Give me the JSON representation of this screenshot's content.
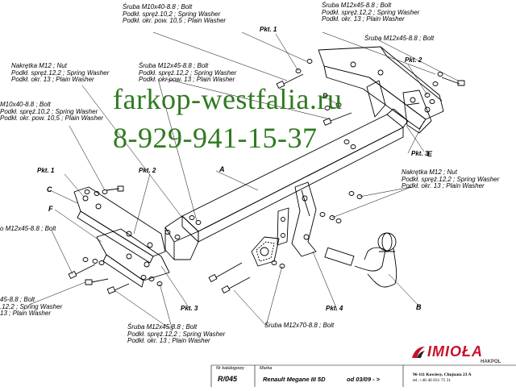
{
  "watermark": {
    "site": "farkop-westfalia.ru",
    "phone": "8-929-941-15-37",
    "color": "#2f7a1f"
  },
  "callouts": {
    "top_center": [
      "Śruba M10x40-8.8 ;  Bolt",
      "Podkł. spręż.10,2 ; Spring Washer",
      "Podkł. okr. pow. 10,5 ; Plain Washer"
    ],
    "top_right": [
      "Śruba M12x45-8.8 ;  Bolt",
      "Podkł. spręż.12,2 ; Spring Washer",
      "Podkł. okr. 13 ; Plain Washer"
    ],
    "top_right_bolt": [
      "Śruba M12x45-8.8 ;  Bolt"
    ],
    "left_nut": [
      "Nakrętka  M12 ; Nut",
      "Podkł. spręż.12,2 ; Spring Washer",
      "Podkł. okr. 13 ; Plain Washer"
    ],
    "center_bolt": [
      "Śruba M12x45-8.8 ;  Bolt",
      "Podkł. spręż.12,2 ; Spring Washer",
      "Podkł. okr.pow.  13 ; Plain Washer"
    ],
    "left_m10": [
      "M10x40-8.8 ;  Bolt",
      "Podkł. spręż.10,2 ; Spring Washer",
      "Podkł. okr. pow. 10,5 ; Plain Washer"
    ],
    "right_nut": [
      "Nakrętka  M12 ; Nut",
      "Podkł. spręż.12,2 ; Spring Washer",
      "Podkł. okr. 13 ; Plain Washer"
    ],
    "left_bolt": [
      "o M12x45-8.8 ;  Bolt"
    ],
    "bottom_left": [
      "45-8.8 ;  Bolt",
      ".12,2 ; Spring Washer",
      "13 ; Plain Washer"
    ],
    "bottom_center": [
      "Śruba M12x45-8.8 ;  Bolt",
      "Podkł. spręż.12,2 ; Spring Washer",
      "Podkł. okr. 13 ; Plain Washer"
    ],
    "bottom_bolt": [
      "Śruba M12x70-8.8 ;  Bolt"
    ]
  },
  "points": {
    "p1_top": "Pkt. 1",
    "p2_top": "Pkt. 2",
    "p3_right": "Pkt. 3",
    "p1_left": "Pkt. 1",
    "p2_left": "Pkt. 2",
    "p3_bottom": "Pkt. 3",
    "p4_bottom": "Pkt. 4"
  },
  "letters": {
    "a": "A",
    "b": "B",
    "c": "C",
    "d": "D",
    "e": "E",
    "f": "F"
  },
  "title_block": {
    "catalog_label": "Nr katalogowy",
    "catalog_no": "R/045",
    "brand_label": "Marka",
    "model": "Renault Megane III 5D",
    "date": "od 03/09 - >",
    "logo": "IMIOŁA",
    "logo_sub": "HAKPOL",
    "address": "96-111 Kowiesy, Chojnata 23 A",
    "phone": "tel. +48 46 831 75 31",
    "logo_color": "#c8102e"
  }
}
